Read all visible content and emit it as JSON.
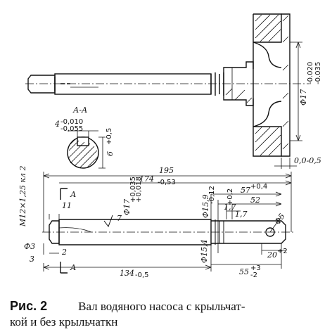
{
  "figure": {
    "caption_label": "Рис. 2",
    "caption_line1": "Вал водяного насоса с крыльчат-",
    "caption_line2": "кой и без крыльчаткн"
  },
  "top_view": {
    "diameter_dim": "Ф17",
    "diameter_tol_upper": "-0.020",
    "diameter_tol_lower": "-0.035",
    "edge_tol": "0,0-0,5"
  },
  "section": {
    "title": "А-А",
    "key_width": "4",
    "key_tol_upper": "-0,010",
    "key_tol_lower": "-0,055",
    "depth": "6",
    "depth_tol": "+0,5"
  },
  "bottom_view": {
    "overall_length": "195",
    "length_174": "174",
    "length_174_tol": "-0,53",
    "length_57": "57",
    "length_57_tol": "+0,4",
    "length_52": "52",
    "length_1_7": "1,7",
    "length_1_7_tol": "+0,2",
    "length_1_7b": "1,7",
    "thread": "M12×1,25 кл 2",
    "diameter_17": "Ф17",
    "diameter_17_tol_upper": "+0,035",
    "diameter_17_tol_lower": "+0,018",
    "diameter_15_9": "Ф15,9",
    "diameter_15_9_tol": "-0,12",
    "diameter_15_4": "Ф15,4",
    "phi_3": "Ф3",
    "phi_5": "Ф5",
    "dim_11": "11",
    "dim_2": "2",
    "dim_3": "3",
    "length_134": "134",
    "length_134_tol": "-0,5",
    "length_55": "55",
    "length_55_tol_upper": "+3",
    "length_55_tol_lower": "-2",
    "dim_20": "20",
    "dim_20_tol": "+2",
    "section_mark": "А",
    "roughness": "7"
  }
}
